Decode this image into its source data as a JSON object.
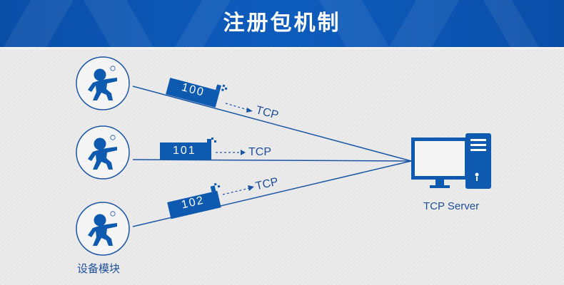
{
  "title": "注册包机制",
  "devices": {
    "label": "设备模块",
    "items": [
      {
        "id": "device-1",
        "packet": "100",
        "protocol": "TCP"
      },
      {
        "id": "device-2",
        "packet": "101",
        "protocol": "TCP"
      },
      {
        "id": "device-3",
        "packet": "102",
        "protocol": "TCP"
      }
    ],
    "trademark": "®"
  },
  "server": {
    "label": "TCP Server"
  },
  "colors": {
    "primary": "#0d5ab0",
    "header": "#0b52aa",
    "text": "#1f4f99",
    "background": "#e9e9e9"
  }
}
